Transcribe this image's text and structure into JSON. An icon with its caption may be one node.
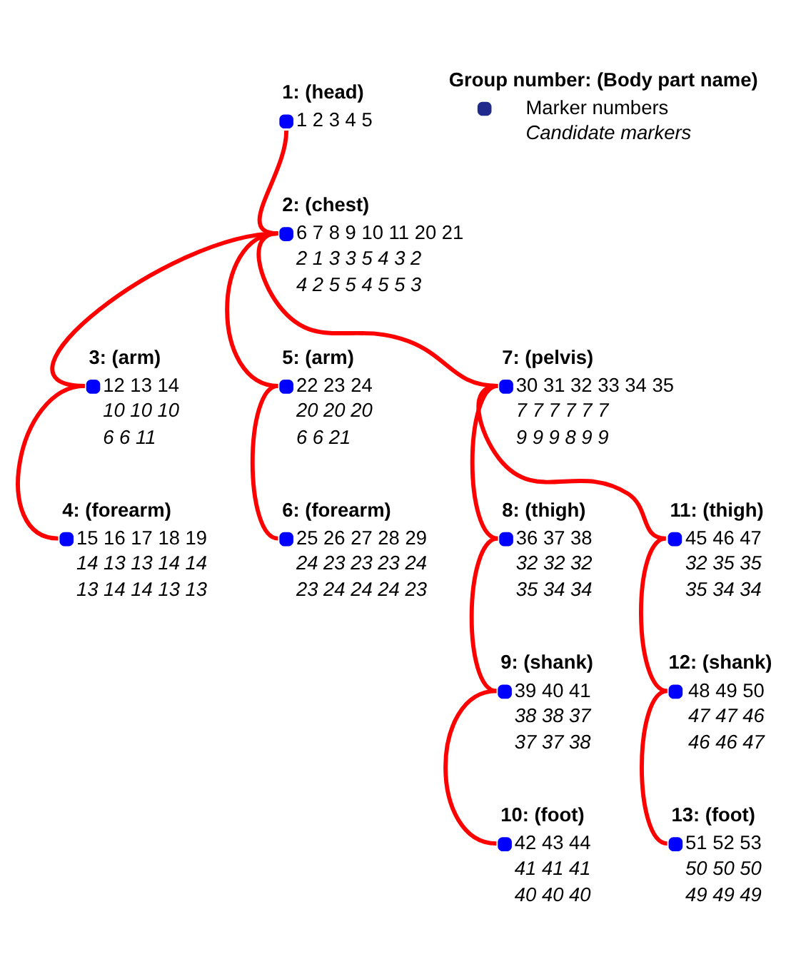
{
  "diagram": {
    "nodes": [
      {
        "text": [
          "1: (head)"
        ],
        "beside": [
          "1 2 3 4 5"
        ]
      },
      {
        "text": [
          "2: (chest)"
        ],
        "beside": [
          "6 7 8 9 10 11 20 21",
          "2 1 3 3 5 4 3 2",
          "4 2 5 5 4 5 5 3"
        ]
      },
      {
        "text": [
          "3: (arm)"
        ],
        "beside": [
          "12 13 14",
          "10 10 10",
          "6 6 11"
        ]
      },
      {
        "text": [
          "4: (forearm)"
        ],
        "beside": [
          "15 16 17 18 19",
          "14 13 13 14 14",
          "13 14 14 13 13"
        ]
      },
      {
        "text": [
          "5: (arm)"
        ],
        "beside": [
          "22 23 24",
          "20 20 20",
          "6 6 21"
        ]
      },
      {
        "text": [
          "6: (forearm)"
        ],
        "beside": [
          "25 26 27 28 29",
          "24 23 23 23 24",
          "23 24 24 24 23"
        ]
      },
      {
        "text": [
          "7: (pelvis)"
        ],
        "beside": [
          "30 31 32 33 34 35",
          "7 7 7 7 7 7",
          "9 9 9 8 9 9"
        ]
      },
      {
        "text": [
          "8: (thigh)"
        ],
        "beside": [
          "36 37 38",
          "32 32 32",
          "35 34 34"
        ]
      },
      {
        "text": [
          "9: (shank)"
        ],
        "beside": [
          "39 40 41",
          "38 38 37",
          "37 37 38"
        ]
      },
      {
        "text": [
          "10: (foot)"
        ],
        "beside": [
          "42 43 44",
          "41 41 41",
          "40 40 40"
        ]
      },
      {
        "text": [
          "11: (thigh)"
        ],
        "beside": [
          "45 46 47",
          "32 35 35",
          "35 34 34"
        ]
      },
      {
        "text": [
          "12: (shank)"
        ],
        "beside": [
          "48 49 50",
          "47 47 46",
          "46 46 47"
        ]
      },
      {
        "text": [
          "13: (foot)"
        ],
        "beside": [
          "51 52 53",
          "50 50 50",
          "49 49 49"
        ]
      }
    ],
    "edges": [
      {
        "from": 0,
        "to": 1,
        "arrow": "none"
      },
      {
        "from": 1,
        "to": 2,
        "arrow": "none"
      },
      {
        "from": 2,
        "to": 3,
        "arrow": "none"
      },
      {
        "from": 1,
        "to": 4,
        "arrow": "none"
      },
      {
        "from": 4,
        "to": 5,
        "arrow": "none"
      },
      {
        "from": 1,
        "to": 6,
        "arrow": "none"
      },
      {
        "from": 6,
        "to": 7,
        "arrow": "none"
      },
      {
        "from": 7,
        "to": 8,
        "arrow": "none"
      },
      {
        "from": 8,
        "to": 9,
        "arrow": "none"
      },
      {
        "from": 6,
        "to": 10,
        "arrow": "none"
      },
      {
        "from": 10,
        "to": 11,
        "arrow": "none"
      },
      {
        "from": 11,
        "to": 12,
        "arrow": "none"
      }
    ],
    "legend": [
      {
        "text": "Group number: (Body part name)"
      },
      {
        "text": "Marker numbers",
        "color": "#1f2a8c"
      },
      {
        "text": "Candidate markers"
      }
    ]
  }
}
